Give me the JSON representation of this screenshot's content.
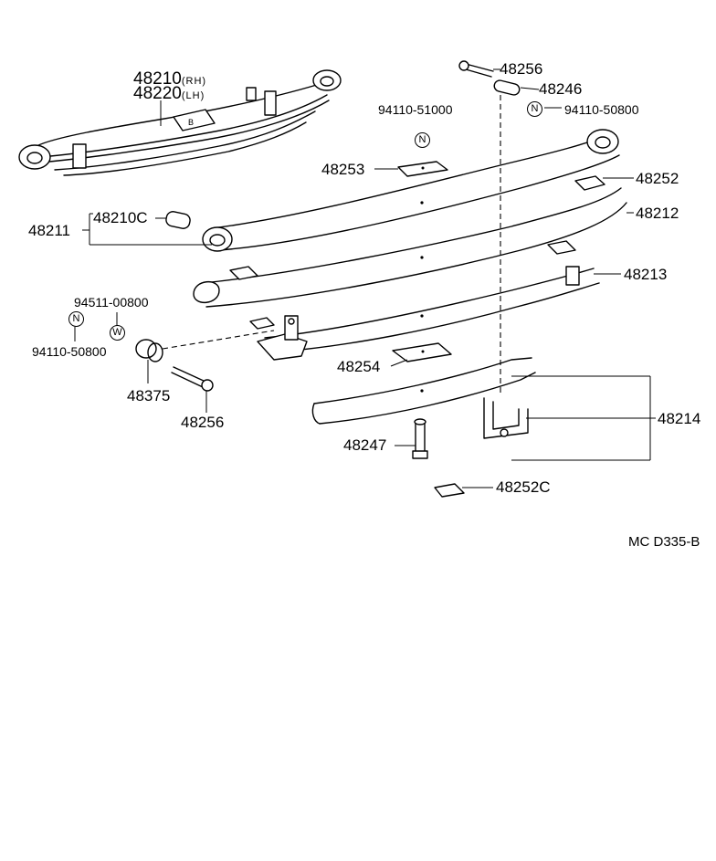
{
  "labels": {
    "spring_rh": "48210",
    "spring_rh_side": "(RH)",
    "spring_lh": "48220",
    "spring_lh_side": "(LH)",
    "bolt_top": "48256",
    "bushing_top": "48246",
    "nut_top_part": "94110-50800",
    "nut_center_part": "94110-51000",
    "plate_48253": "48253",
    "pad_48252": "48252",
    "leaf_48212": "48212",
    "leaf_48213": "48213",
    "group_48211": "48211",
    "bushing_48210c": "48210C",
    "washer_part": "94511-00800",
    "nut_left_part": "94110-50800",
    "bushing_48375": "48375",
    "bolt_bottom": "48256",
    "plate_48254": "48254",
    "bolt_48247": "48247",
    "clip_48214": "48214",
    "pad_48252c": "48252C"
  },
  "badges": {
    "nut_symbol": "N",
    "washer_symbol": "W"
  },
  "code": "MC  D335-B"
}
